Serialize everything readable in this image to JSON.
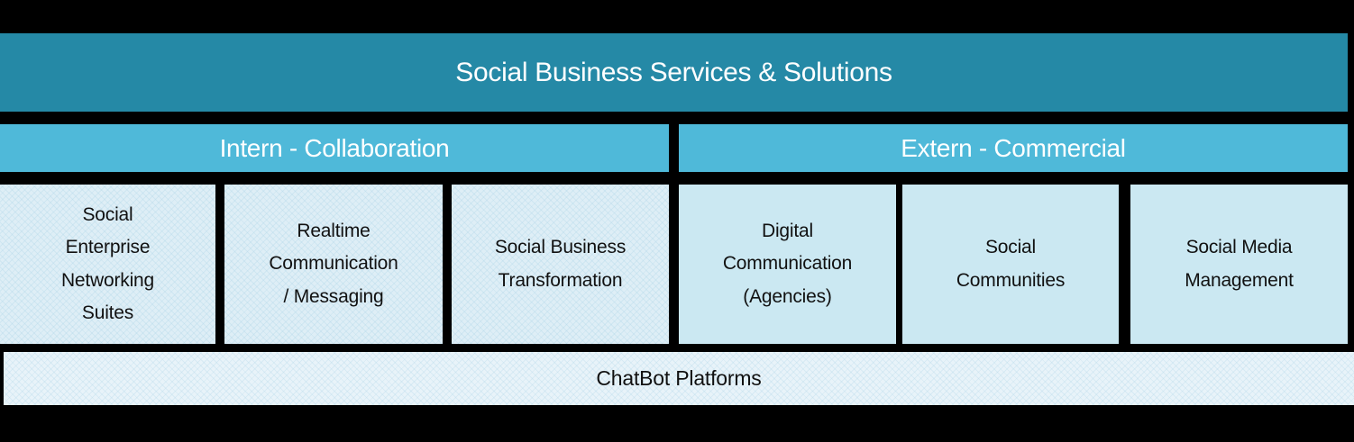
{
  "diagram": {
    "title": "Social Business Services & Solutions",
    "groups": [
      {
        "label": "Intern - Collaboration",
        "items": [
          "Social\nEnterprise\nNetworking\nSuites",
          "Realtime\nCommunication\n/ Messaging",
          "Social Business\nTransformation"
        ]
      },
      {
        "label": "Extern - Commercial",
        "items": [
          "Digital\nCommunication\n(Agencies)",
          "Social\nCommunities",
          "Social Media\nManagement"
        ]
      }
    ],
    "footer": "ChatBot Platforms",
    "colors": {
      "background": "#000000",
      "title_banner": "#2589A6",
      "group_banner": "#4FB9D9",
      "intern_box": "#DEEEF6",
      "extern_box": "#CBE8F2",
      "footer_bar": "#E8F3F9",
      "banner_text": "#FFFFFF",
      "box_text": "#111111"
    }
  }
}
